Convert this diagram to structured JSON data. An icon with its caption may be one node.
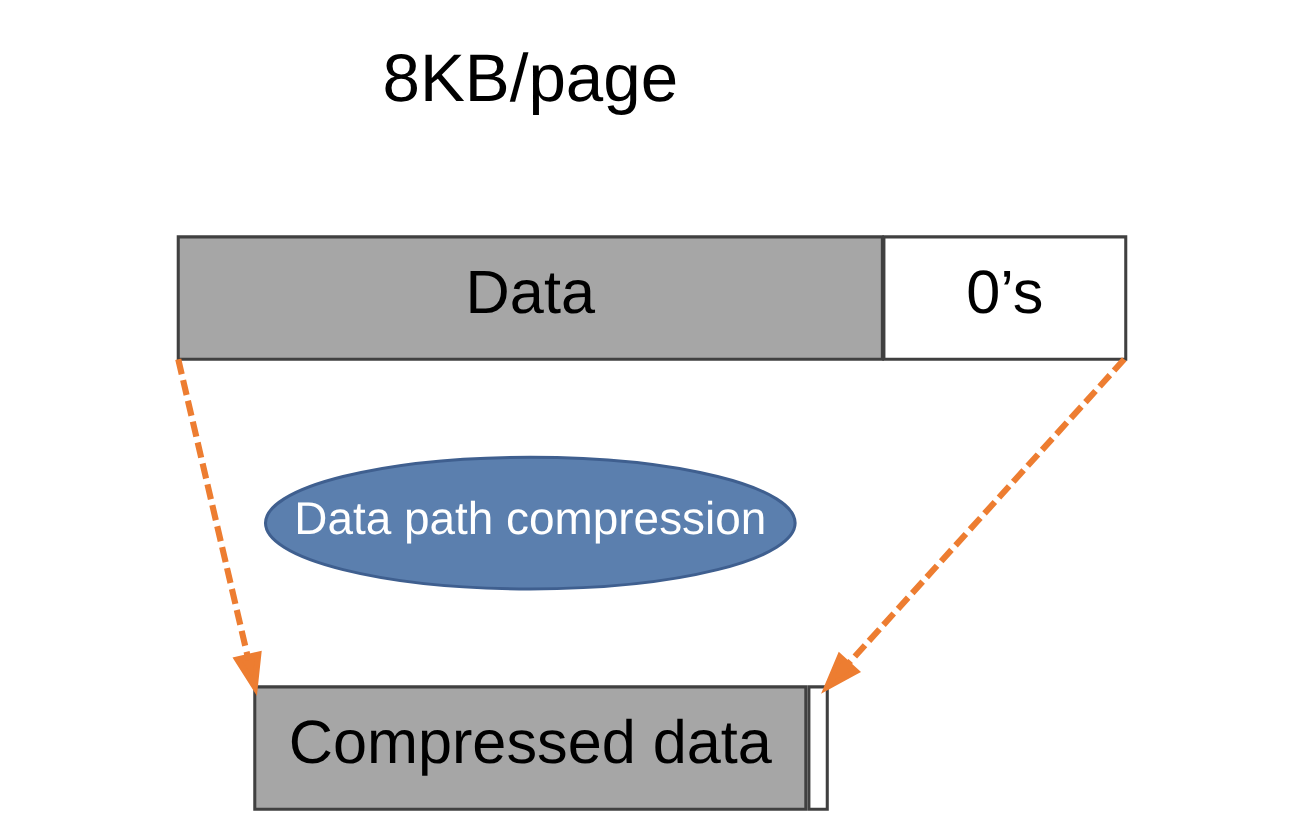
{
  "diagram": {
    "nodes": [
      {
        "text": [
          "Data"
        ]
      },
      {
        "text": [
          "0’s"
        ]
      },
      {
        "text": [
          "Data path compression"
        ]
      },
      {
        "text": [
          "Compressed data"
        ]
      },
      {
        "text": [],
        "shape": "bar"
      }
    ],
    "edges": [
      {
        "from": 0,
        "to": 3,
        "arrow": "to",
        "style": "dashed",
        "color": "#ed7d31"
      },
      {
        "from": 1,
        "to": 4,
        "arrow": "to",
        "style": "dashed",
        "color": "#ed7d31"
      }
    ],
    "labels": [
      "8KB/page"
    ]
  }
}
